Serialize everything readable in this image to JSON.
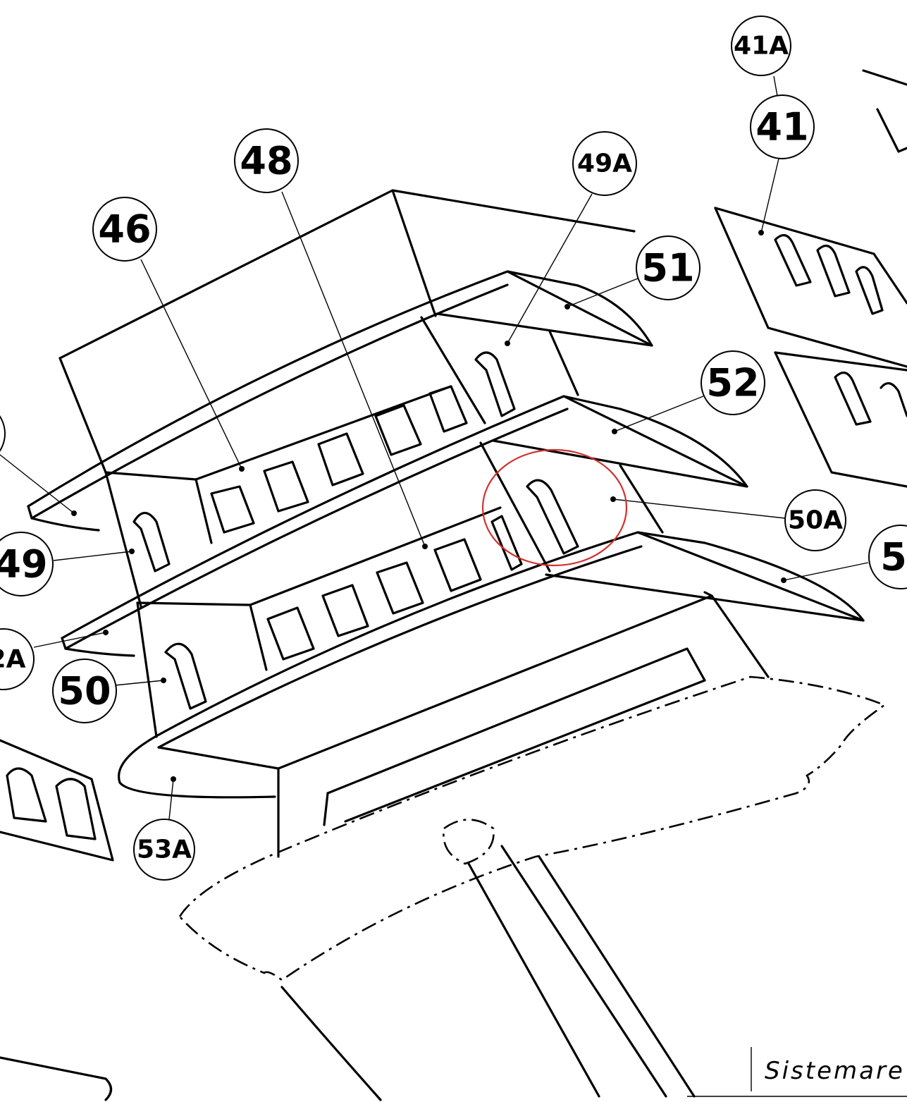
{
  "title": "Ship model superstructure assembly diagram",
  "callouts": {
    "c41A": "41A",
    "c41": "41",
    "c49A": "49A",
    "c48": "48",
    "c46": "46",
    "c51": "51",
    "c52": "52",
    "c50A": "50A",
    "c53": "5",
    "c49": "49",
    "c2A": "2A",
    "c50": "50",
    "c53A": "53A"
  },
  "caption": "Sistemare",
  "highlight_color": "#d0312d"
}
